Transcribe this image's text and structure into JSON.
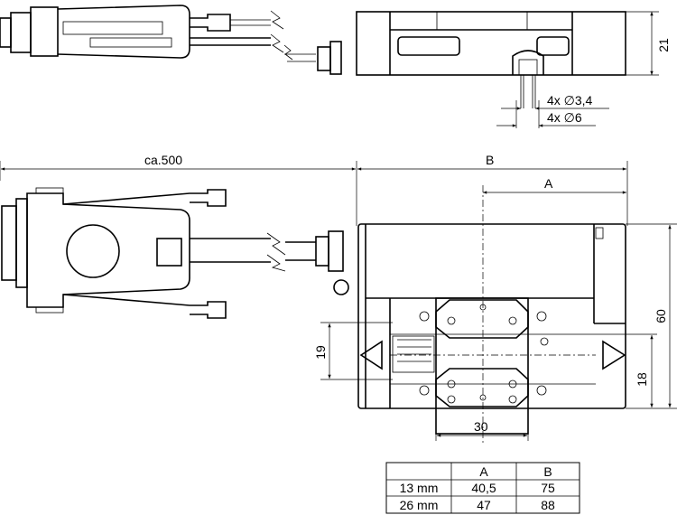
{
  "dimensions": {
    "cable_length": "ca.500",
    "width_b": "B",
    "width_a": "A",
    "height_side": "21",
    "depth": "60",
    "offset_19": "19",
    "offset_18": "18",
    "carriage_width": "30",
    "hole_small": "4x ∅3,4",
    "hole_large": "4x ∅6"
  },
  "table": {
    "headers": [
      "",
      "A",
      "B"
    ],
    "rows": [
      [
        "13 mm",
        "40,5",
        "75"
      ],
      [
        "26 mm",
        "47",
        "88"
      ]
    ]
  }
}
